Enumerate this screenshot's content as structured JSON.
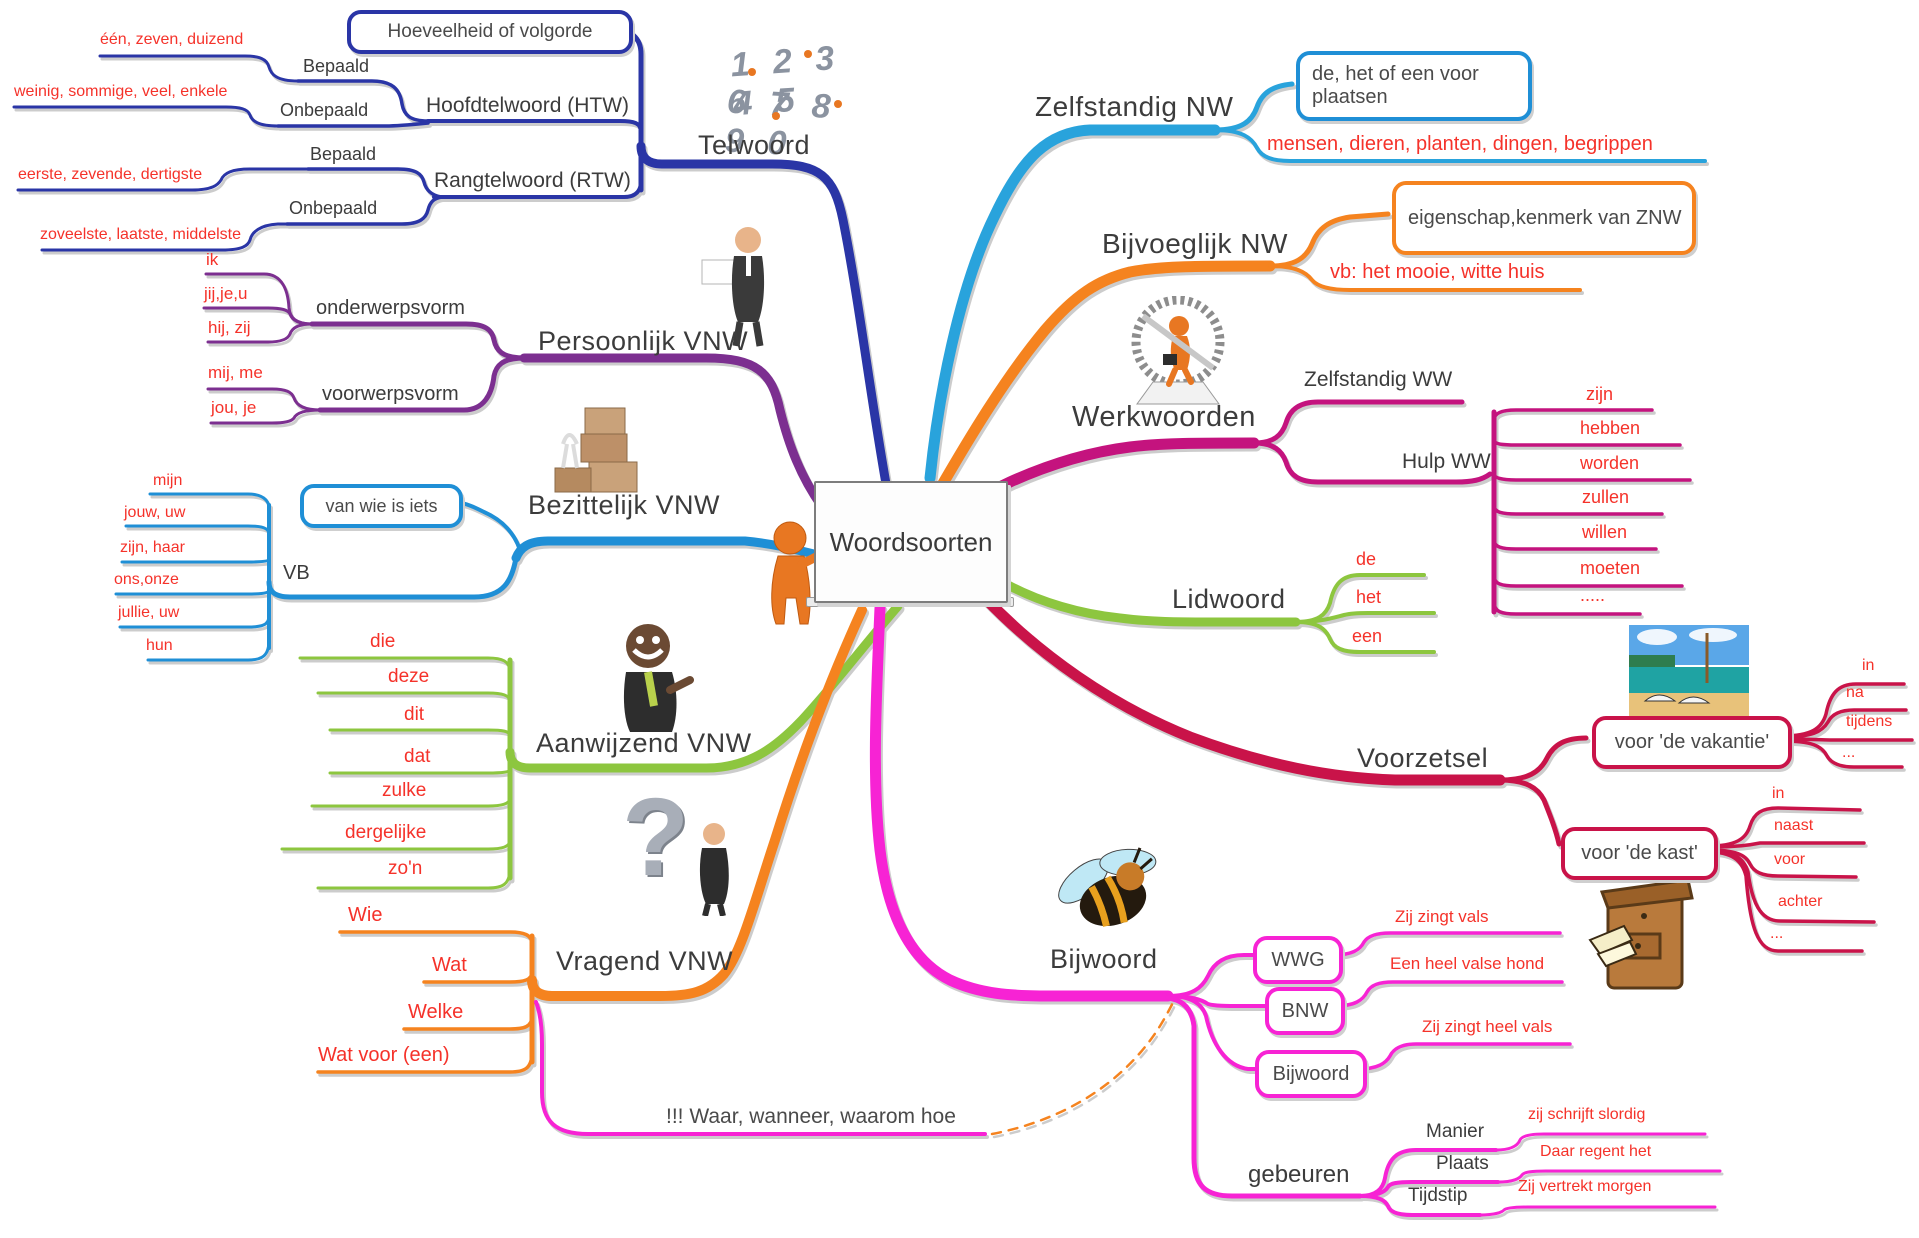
{
  "center": {
    "title": "Woordsoorten"
  },
  "telwoord": {
    "label": "Telwoord",
    "note": "Hoeveelheid of volgorde",
    "numbers_row1": "1 2 3 4 5",
    "numbers_row2": "6 7 8 9 0",
    "htw": {
      "label": "Hoofdtelwoord (HTW)",
      "bepaald": "Bepaald",
      "onbepaald": "Onbepaald",
      "bepaald_ex": "één, zeven, duizend",
      "onbepaald_ex": "weinig, sommige, veel, enkele"
    },
    "rtw": {
      "label": "Rangtelwoord (RTW)",
      "bepaald": "Bepaald",
      "onbepaald": "Onbepaald",
      "bepaald_ex": "eerste, zevende, dertigste",
      "onbepaald_ex": "zoveelste, laatste, middelste"
    }
  },
  "persoonlijk": {
    "label": "Persoonlijk VNW",
    "onderwerp": {
      "label": "onderwerpsvorm",
      "ex": [
        "ik",
        "jij,je,u",
        "hij, zij"
      ]
    },
    "voorwerp": {
      "label": "voorwerpsvorm",
      "ex": [
        "mij, me",
        "jou, je"
      ]
    }
  },
  "bezittelijk": {
    "label": "Bezittelijk VNW",
    "note": "van wie is iets",
    "vb": "VB",
    "ex": [
      "mijn",
      "jouw, uw",
      "zijn, haar",
      "ons,onze",
      "jullie, uw",
      "hun"
    ]
  },
  "aanwijzend": {
    "label": "Aanwijzend VNW",
    "ex": [
      "die",
      "deze",
      "dit",
      "dat",
      "zulke",
      "dergelijke",
      "zo'n"
    ]
  },
  "vragend": {
    "label": "Vragend VNW",
    "ex": [
      "Wie",
      "Wat",
      "Welke",
      "Wat voor (een)"
    ],
    "note": "!!! Waar, wanneer, waarom hoe"
  },
  "zelfstandig_nw": {
    "label": "Zelfstandig NW",
    "note": "de, het of een voor plaatsen",
    "ex": "mensen, dieren, planten, dingen, begrippen"
  },
  "bijvoeglijk": {
    "label": "Bijvoeglijk NW",
    "note": "eigenschap,kenmerk van ZNW",
    "ex": "vb: het mooie, witte huis"
  },
  "werkwoorden": {
    "label": "Werkwoorden",
    "zelfstandig_ww": "Zelfstandig WW",
    "hulp_ww": "Hulp WW",
    "ex": [
      "zijn",
      "hebben",
      "worden",
      "zullen",
      "willen",
      "moeten",
      "....."
    ]
  },
  "lidwoord": {
    "label": "Lidwoord",
    "ex": [
      "de",
      "het",
      "een"
    ]
  },
  "voorzetsel": {
    "label": "Voorzetsel",
    "vakantie": {
      "note": "voor 'de vakantie'",
      "ex": [
        "in",
        "na",
        "tijdens",
        "..."
      ]
    },
    "kast": {
      "note": "voor 'de kast'",
      "ex": [
        "in",
        "naast",
        "voor",
        "achter",
        "..."
      ]
    }
  },
  "bijwoord": {
    "label": "Bijwoord",
    "wwg": {
      "label": "WWG",
      "ex": "Zij zingt vals"
    },
    "bnw": {
      "label": "BNW",
      "ex": "Een heel valse hond"
    },
    "bijw": {
      "label": "Bijwoord",
      "ex": "Zij zingt heel vals"
    },
    "gebeuren": {
      "label": "gebeuren",
      "manier": {
        "label": "Manier",
        "ex": "zij schrijft slordig"
      },
      "plaats": {
        "label": "Plaats",
        "ex": "Daar regent het"
      },
      "tijdstip": {
        "label": "Tijdstip",
        "ex": "Zij vertrekt morgen"
      }
    }
  },
  "colors": {
    "telwoord": "#2A35A6",
    "persoonlijk": "#7C2F90",
    "bezittelijk": "#1F8FD6",
    "aanwijzend": "#8DC63F",
    "vragend": "#F5831F",
    "zelfstandig_nw": "#29A3DC",
    "bijvoeglijk": "#F5831F",
    "werkwoorden": "#C4137E",
    "lidwoord": "#8DC63F",
    "voorzetsel": "#C91349",
    "bijwoord": "#F723D4",
    "example_red": "#F5322A"
  }
}
